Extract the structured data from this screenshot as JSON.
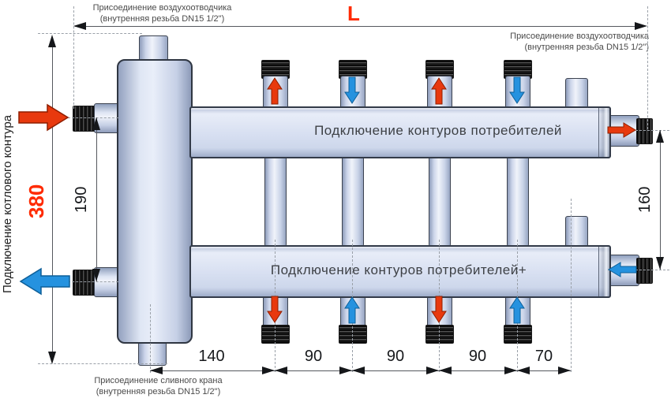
{
  "labels": {
    "top_left_line1": "Присоединение воздухоотводчика",
    "top_left_line2": "(внутренняя резьба DN15 1/2\")",
    "top_right_line1": "Присоединение воздухоотводчика",
    "top_right_line2": "(внутренняя резьба DN15 1/2\")",
    "bottom_line1": "Присоединение сливного крана",
    "bottom_line2": "(внутренняя резьба DN15 1/2\")",
    "left_vertical": "Подключение котлового контура"
  },
  "beams": {
    "upper_label": "Подключение контуров потребителей",
    "lower_label": "Подключение контуров потребителей+"
  },
  "dimensions": {
    "overall_length": "L",
    "overall_height": "380",
    "boiler_ports_spacing": "190",
    "consumer_ports_spacing": "160",
    "bottom_segments": [
      "140",
      "90",
      "90",
      "90",
      "70"
    ]
  },
  "colors": {
    "supply": "#e8390e",
    "supply_outline": "#8f1e00",
    "return": "#2592df",
    "return_outline": "#0d5f99",
    "dimension_red": "#ff2a00"
  }
}
